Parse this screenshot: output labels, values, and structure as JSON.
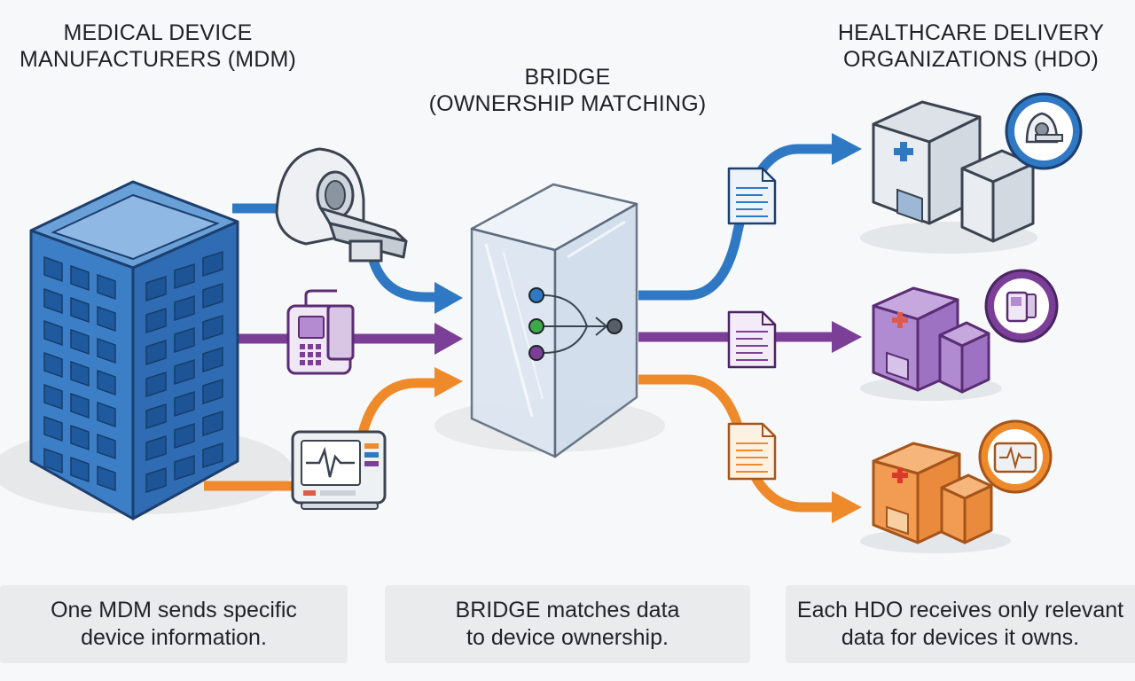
{
  "headings": {
    "mdm": [
      "MEDICAL DEVICE",
      "MANUFACTURERS (MDM)"
    ],
    "bridge": [
      "BRIDGE",
      "(OWNERSHIP MATCHING)"
    ],
    "hdo": [
      "HEALTHCARE DELIVERY",
      "ORGANIZATIONS (HDO)"
    ]
  },
  "captions": {
    "mdm": [
      "One MDM sends specific",
      "device information."
    ],
    "bridge": [
      "BRIDGE matches data",
      "to device ownership."
    ],
    "hdo": [
      "Each HDO receives only relevant",
      "data for devices it owns."
    ]
  },
  "flows": [
    {
      "device": "mri-scanner",
      "color": "#2f78c4"
    },
    {
      "device": "infusion-pump",
      "color": "#7b3f98"
    },
    {
      "device": "patient-monitor",
      "color": "#ee8a2a"
    }
  ]
}
